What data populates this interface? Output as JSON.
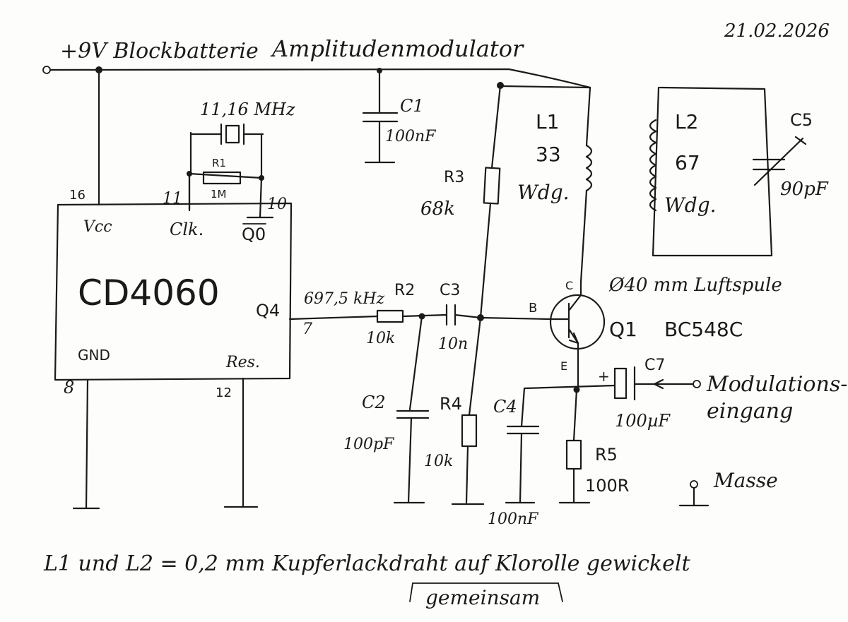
{
  "title": "Amplitudenmodulator",
  "date": "21.02.2026",
  "supply": "+9V Blockbatterie",
  "ic": {
    "name": "CD4060",
    "pin_vcc_num": "16",
    "pin_vcc": "Vcc",
    "pin_clk_num": "11",
    "pin_clk": "Clk.",
    "pin_q0_num": "10",
    "pin_q0": "Q0",
    "pin_q4": "Q4",
    "pin_q4_num": "7",
    "pin_gnd": "GND",
    "pin_gnd_num": "8",
    "pin_res": "Res.",
    "pin_res_num": "12"
  },
  "crystal": {
    "freq": "11,16 MHz"
  },
  "r1": {
    "label": "R1",
    "value": "1M"
  },
  "r2": {
    "label": "R2",
    "value": "10k"
  },
  "r3": {
    "label": "R3",
    "value": "68k"
  },
  "r4": {
    "label": "R4",
    "value": "10k"
  },
  "r5": {
    "label": "R5",
    "value": "100R"
  },
  "c1": {
    "label": "C1",
    "value": "100nF"
  },
  "c2": {
    "label": "C2",
    "value": "100pF"
  },
  "c3": {
    "label": "C3",
    "value": "10n"
  },
  "c4": {
    "label": "C4",
    "value": "100nF"
  },
  "c5": {
    "label": "C5",
    "value": "90pF"
  },
  "c7": {
    "label": "C7",
    "value": "100µF",
    "plus": "+"
  },
  "q4_freq": "697,5 kHz",
  "l1": {
    "label": "L1",
    "turns": "33",
    "unit": "Wdg."
  },
  "l2": {
    "label": "L2",
    "turns": "67",
    "unit": "Wdg."
  },
  "coil_note": "Ø40 mm Luftspule",
  "transistor": {
    "label": "Q1",
    "type": "BC548C",
    "b": "B",
    "c": "C",
    "e": "E"
  },
  "mod_input_1": "Modulations-",
  "mod_input_2": "eingang",
  "ground_label": "Masse",
  "footer_1": "L1 und L2 = 0,2 mm Kupferlackdraht auf Klorolle gewickelt",
  "footer_2": "gemeinsam"
}
